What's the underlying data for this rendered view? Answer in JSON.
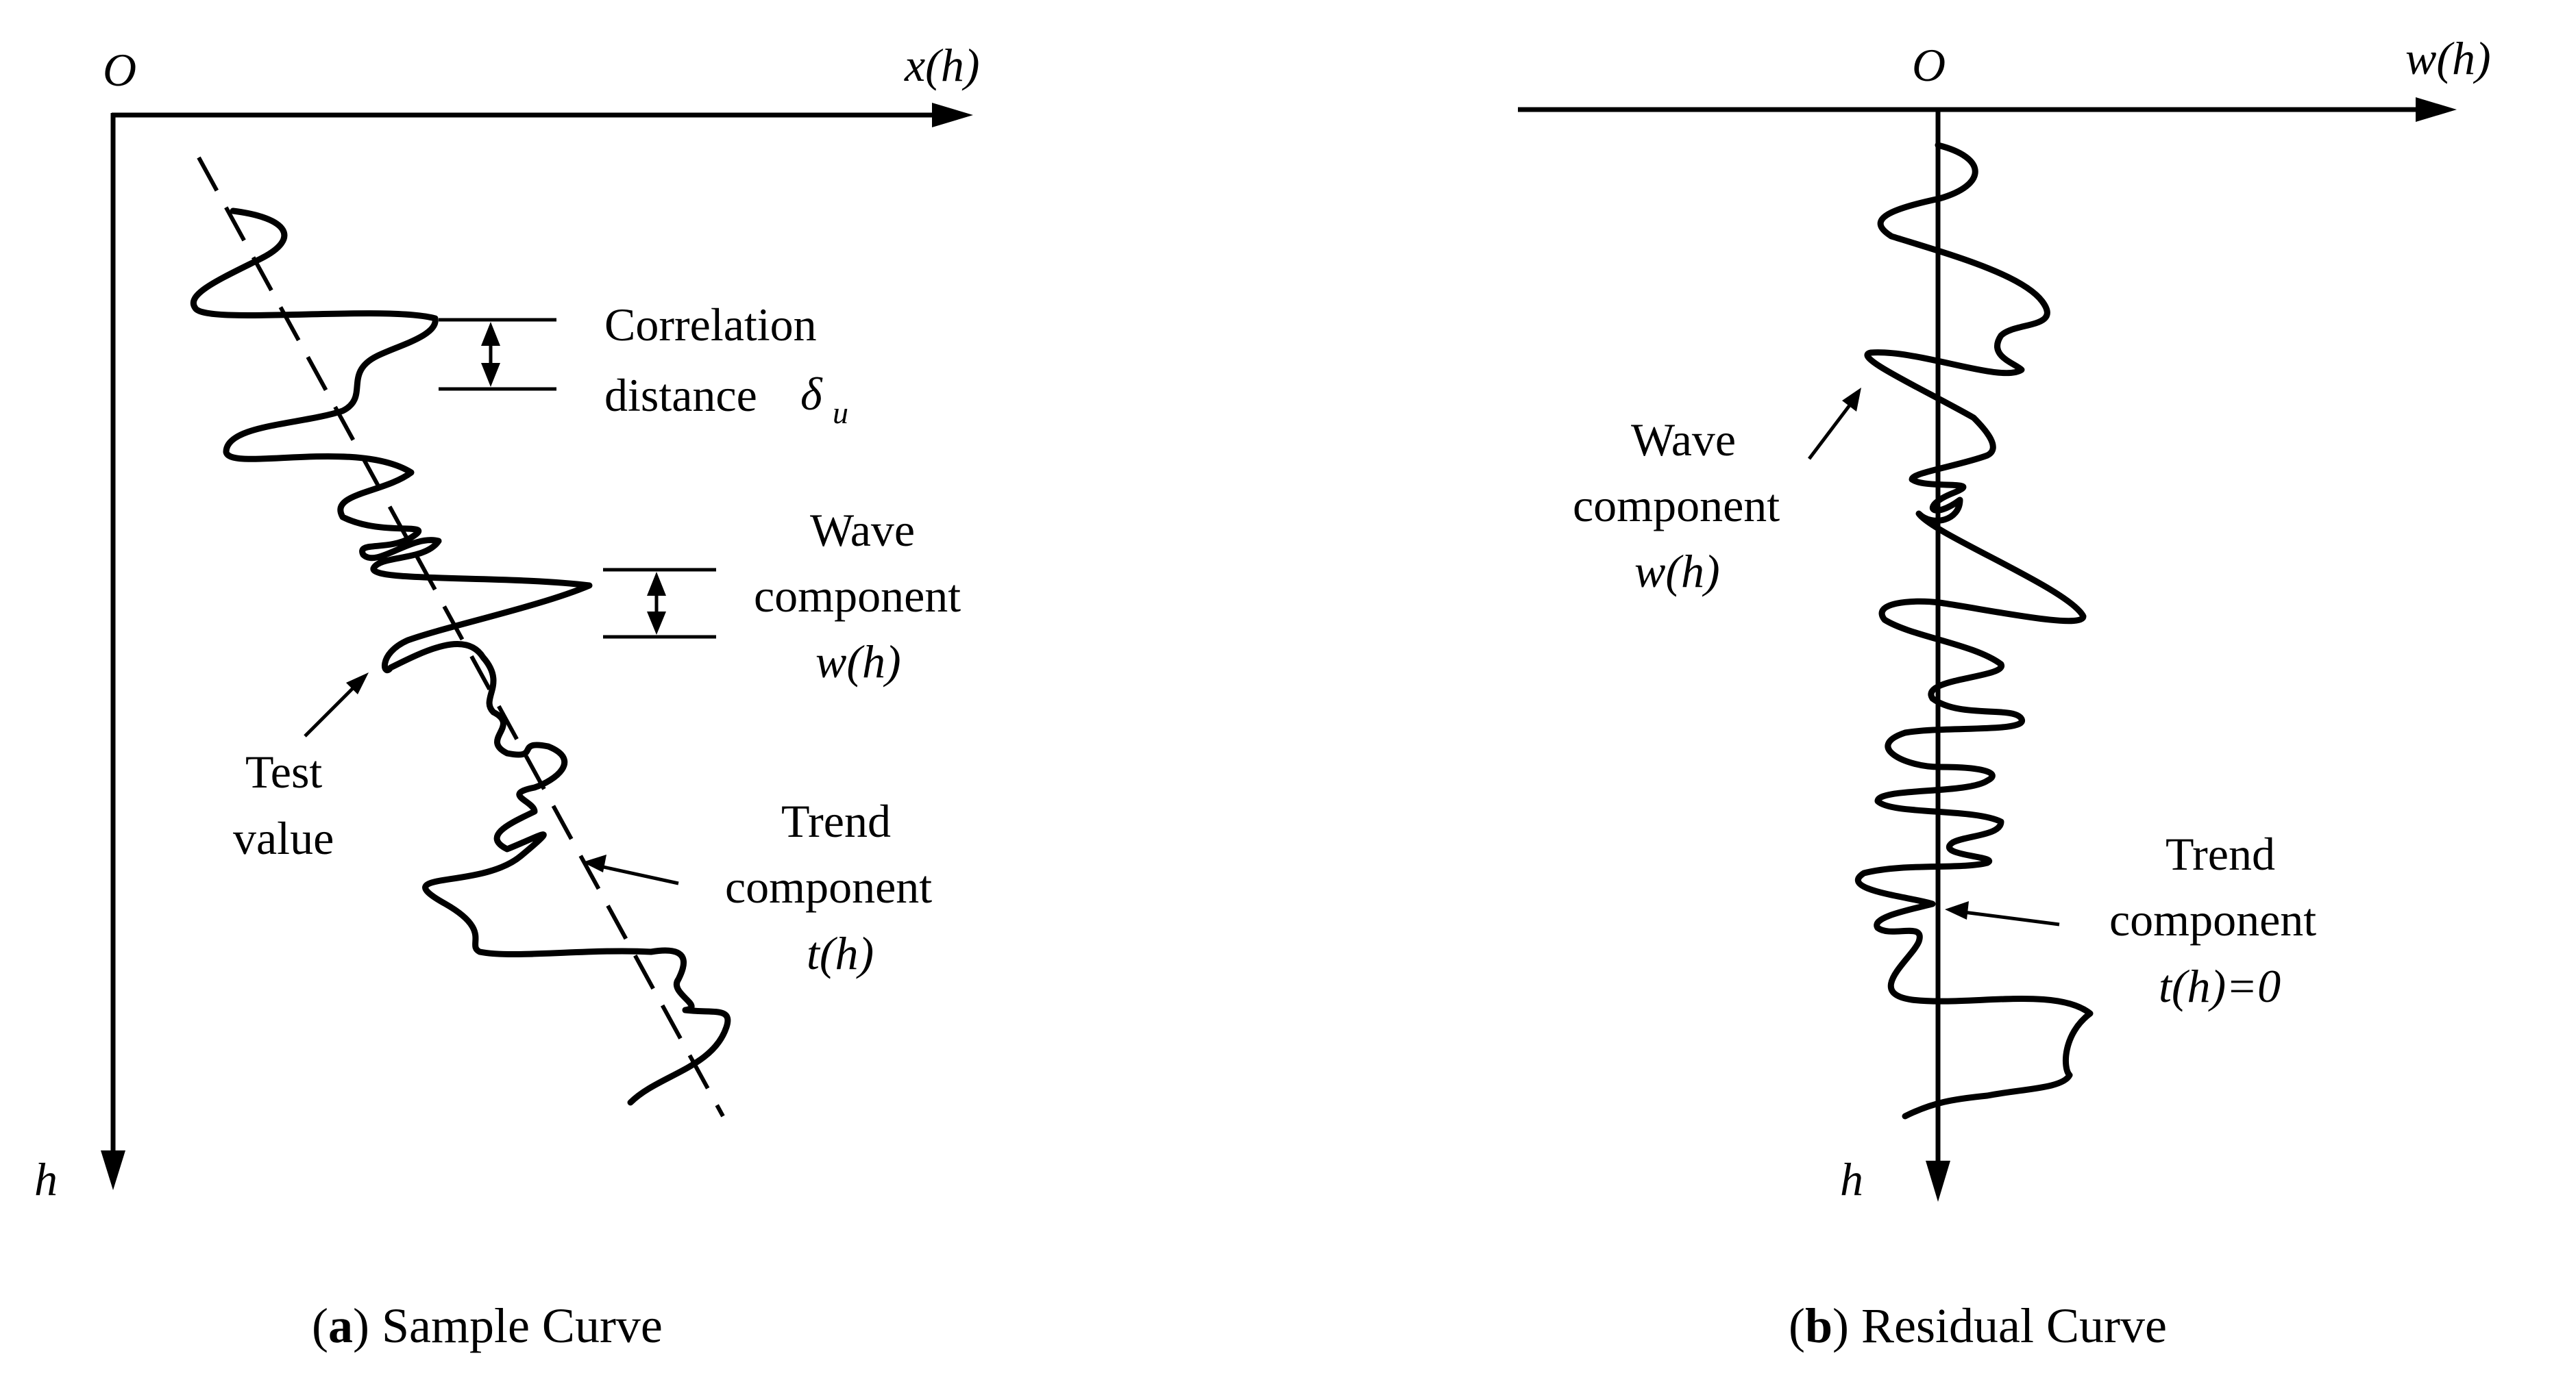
{
  "panel_a": {
    "origin_label": "O",
    "x_axis_label": "x(h)",
    "h_axis_label": "h",
    "correlation": {
      "line1": "Correlation",
      "line2": "distance",
      "symbol": "δ",
      "subscript": "u"
    },
    "wave": {
      "line1": "Wave",
      "line2": "component",
      "line3": "w(h)"
    },
    "test": {
      "line1": "Test",
      "line2": "value"
    },
    "trend": {
      "line1": "Trend",
      "line2": "component",
      "line3": "t(h)"
    },
    "caption_letter": "a",
    "caption_text": "Sample Curve"
  },
  "panel_b": {
    "origin_label": "O",
    "x_axis_label": "w(h)",
    "h_axis_label": "h",
    "wave": {
      "line1": "Wave",
      "line2": "component",
      "line3": "w(h)"
    },
    "trend": {
      "line1": "Trend",
      "line2": "component",
      "line3": "t(h)=0"
    },
    "caption_letter": "b",
    "caption_text": "Residual Curve"
  },
  "colors": {
    "ink": "#000000",
    "background": "#ffffff"
  }
}
